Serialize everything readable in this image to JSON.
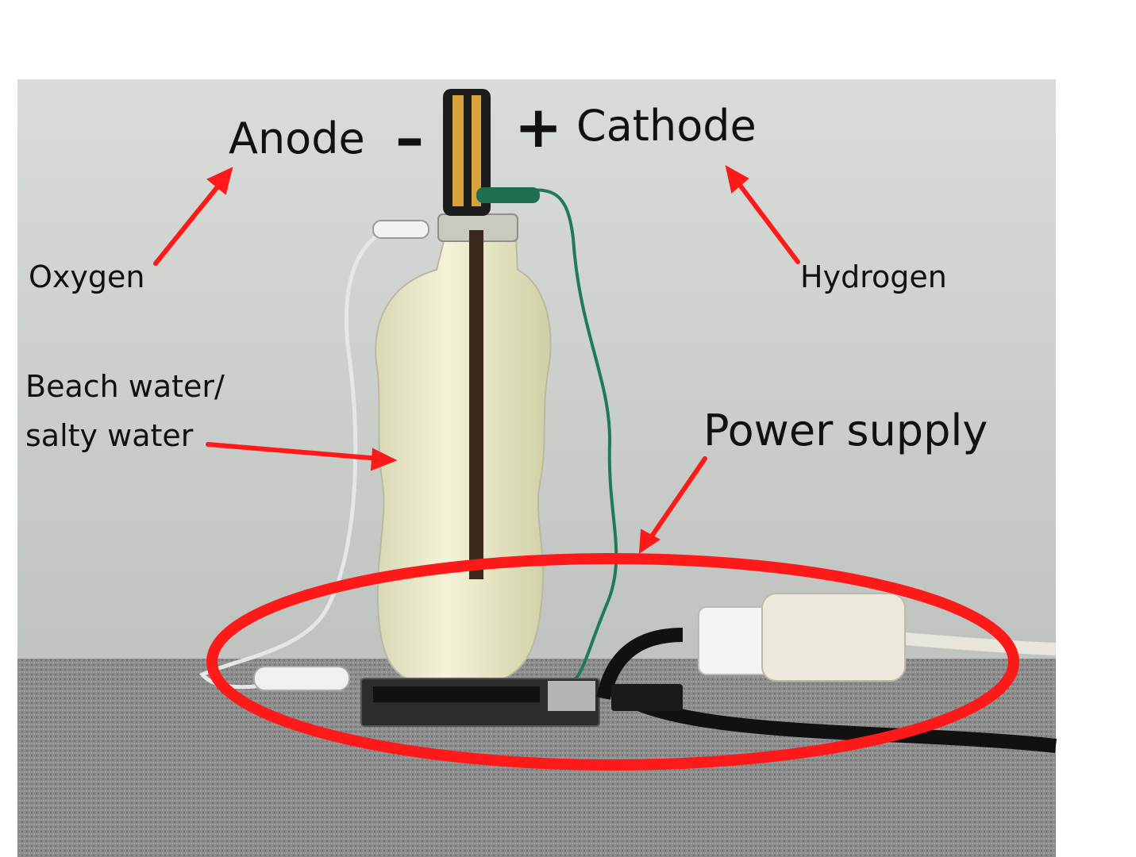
{
  "labels": {
    "anode": "Anode",
    "minus": "–",
    "plus": "+",
    "cathode": "Cathode",
    "oxygen": "Oxygen",
    "hydrogen": "Hydrogen",
    "beach_water": "Beach water/",
    "salty_water": "salty water",
    "power_supply": "Power supply"
  },
  "colors": {
    "annotation": "#ff1a1a",
    "wall": "#c9cdc9",
    "carpet": "#8a8a8a",
    "water": "#e9e8bf",
    "green_wire": "#1f7a55",
    "text": "#111111"
  }
}
